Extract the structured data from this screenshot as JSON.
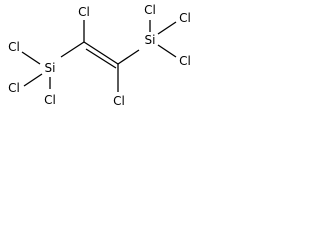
{
  "molecule": {
    "atoms": {
      "c1_cl": "Cl",
      "c2_cl": "Cl",
      "si_left": "Si",
      "si_left_cl_a": "Cl",
      "si_left_cl_b": "Cl",
      "si_left_cl_c": "Cl",
      "si_right": "Si",
      "si_right_cl_a": "Cl",
      "si_right_cl_b": "Cl",
      "si_right_cl_c": "Cl"
    }
  }
}
